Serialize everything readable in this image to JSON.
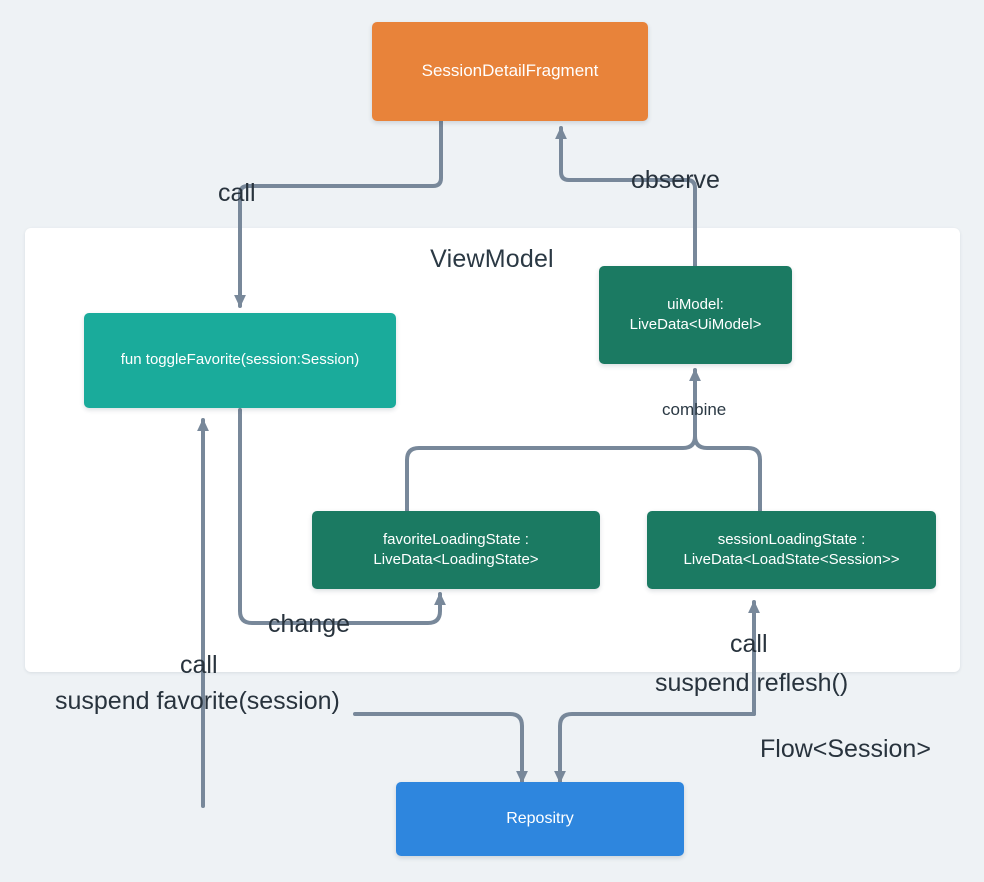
{
  "diagram": {
    "title": "ViewModel architecture flow",
    "background_color": "#eef2f5",
    "edge_color": "#78889a"
  },
  "group": {
    "label": "ViewModel",
    "background_color": "#ffffff"
  },
  "nodes": {
    "fragment": {
      "label": "SessionDetailFragment",
      "color": "#e8833a"
    },
    "toggle_favorite": {
      "label": "fun toggleFavorite(session:Session)",
      "color": "#1aab9b"
    },
    "ui_model": {
      "label": "uiModel:\nLiveData<UiModel>",
      "color": "#1b7a62"
    },
    "favorite_loading_state": {
      "label": "favoriteLoadingState :\nLiveData<LoadingState>",
      "color": "#1b7a62"
    },
    "session_loading_state": {
      "label": "sessionLoadingState :\nLiveData<LoadState<Session>>",
      "color": "#1b7a62"
    },
    "repository": {
      "label": "Repositry",
      "color": "#2e86de"
    }
  },
  "edge_labels": {
    "call_fragment": "call",
    "observe": "observe",
    "combine": "combine",
    "change": "change",
    "call_favorite": "call",
    "suspend_favorite": "suspend favorite(session)",
    "call_session": "call",
    "suspend_reflesh": "suspend reflesh()",
    "flow_session": "Flow<Session>"
  }
}
